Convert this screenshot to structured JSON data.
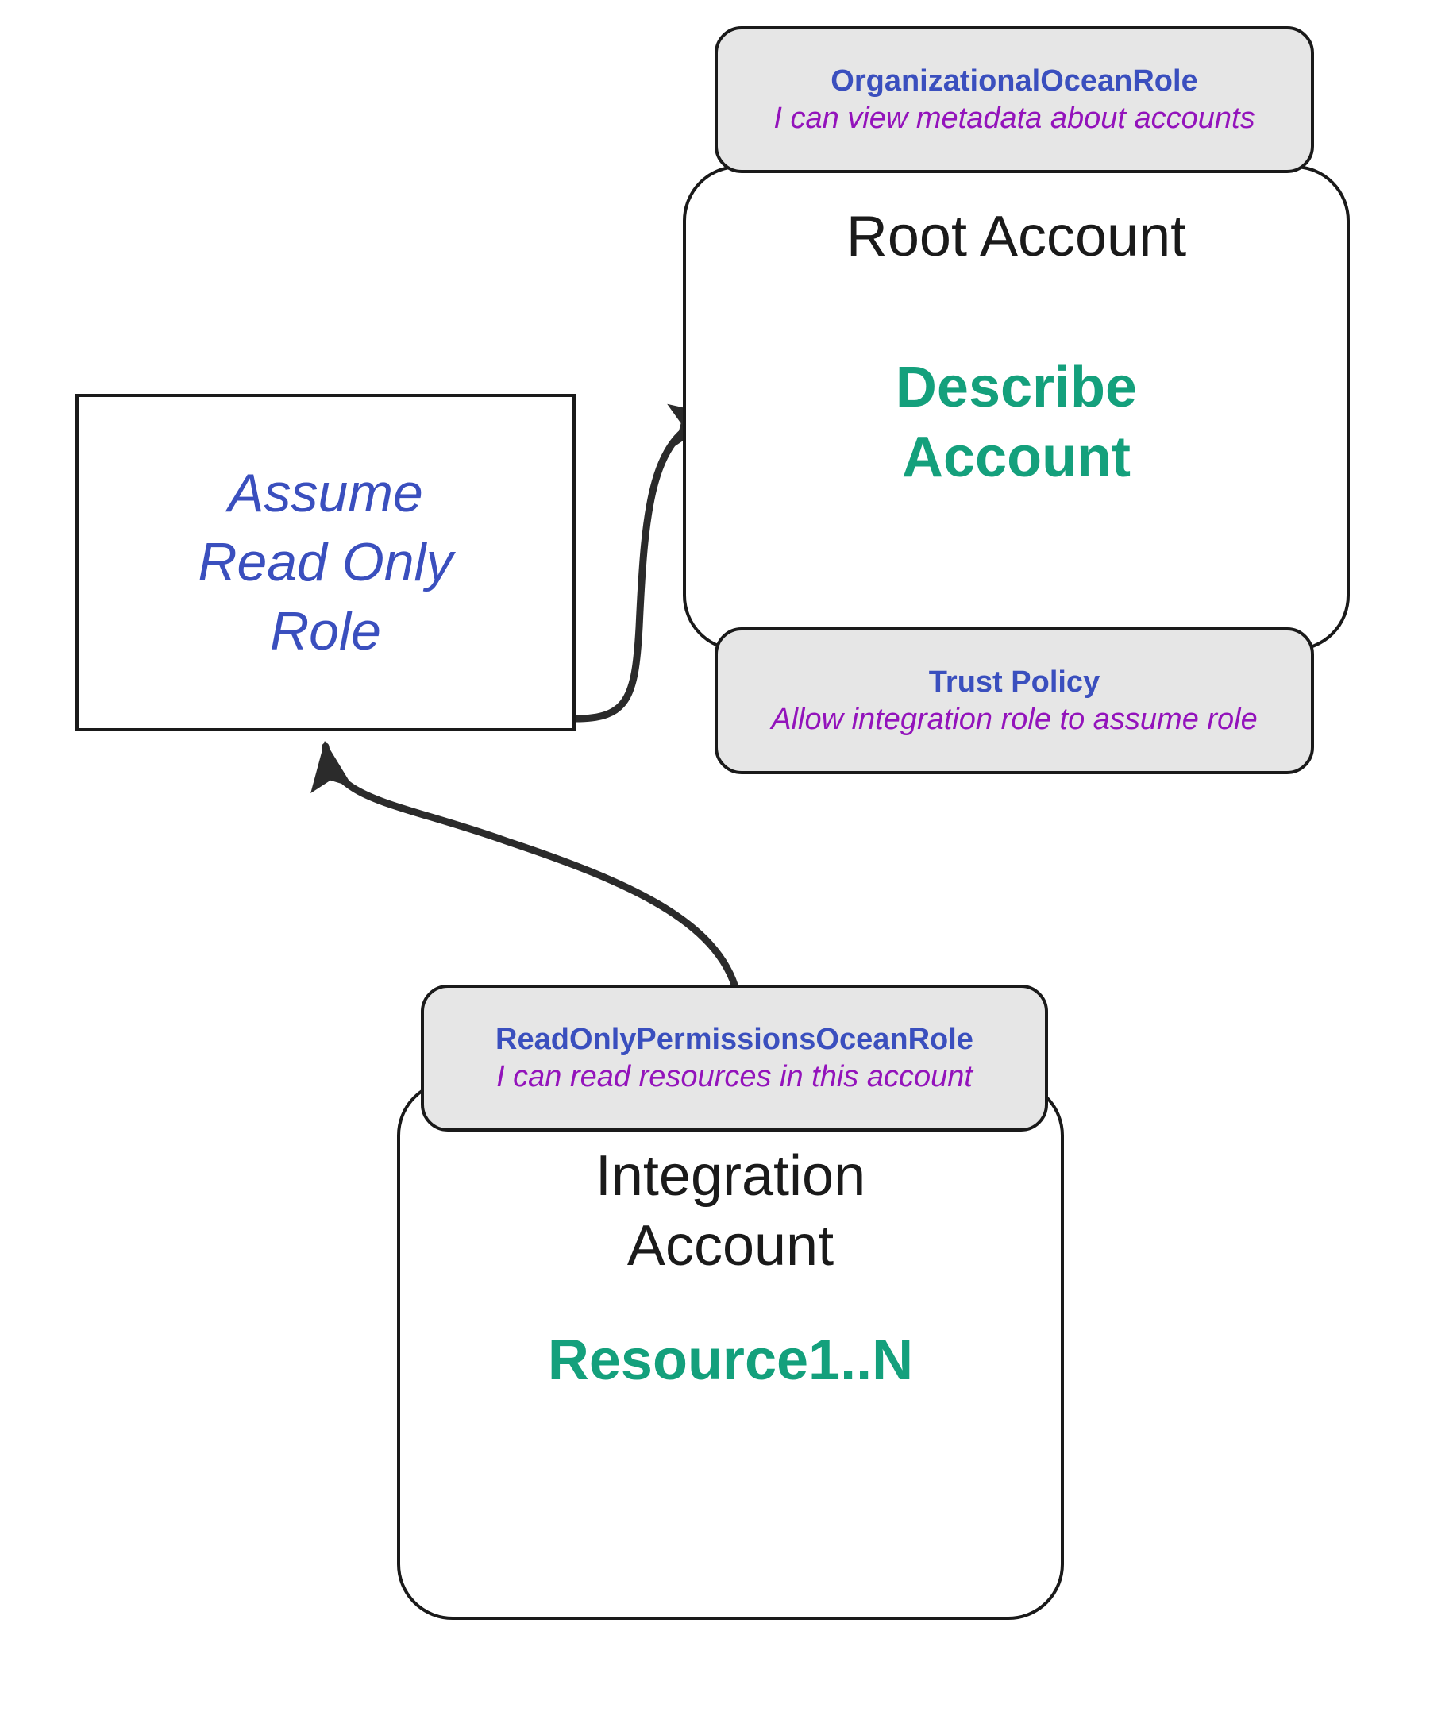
{
  "diagram": {
    "type": "aws-cross-account-role-diagram",
    "background_color": "#ffffff",
    "colors": {
      "role_name": "#3a4fbe",
      "role_description": "#9313bb",
      "resource": "#14a07c",
      "account_title": "#1a1a1a",
      "note_fill": "#e6e6e6",
      "stroke": "#1a1a1a"
    }
  },
  "nodes": {
    "assume_role": {
      "label": "Assume\nRead Only\nRole",
      "shape": "rectangle"
    },
    "root_account": {
      "title": "Root Account",
      "resource": "Describe\nAccount",
      "shape": "rounded-rectangle"
    },
    "integration_account": {
      "title": "Integration\nAccount",
      "resource": "Resource1..N",
      "shape": "rounded-rectangle"
    }
  },
  "notes": {
    "organizational_ocean_role": {
      "title": "OrganizationalOceanRole",
      "description": "I can view metadata about accounts"
    },
    "trust_policy": {
      "title": "Trust Policy",
      "description": "Allow integration role to assume role"
    },
    "readonly_permissions_ocean_role": {
      "title": "ReadOnlyPermissionsOceanRole",
      "description": "I can read resources in this account"
    }
  },
  "edges": [
    {
      "id": "assume-to-root",
      "from": "assume_role",
      "to": "root_account",
      "style": "curved-arrow",
      "direction": "right-up"
    },
    {
      "id": "integration-to-assume",
      "from": "integration_account",
      "to": "assume_role",
      "style": "curved-arrow",
      "direction": "left-up"
    }
  ]
}
